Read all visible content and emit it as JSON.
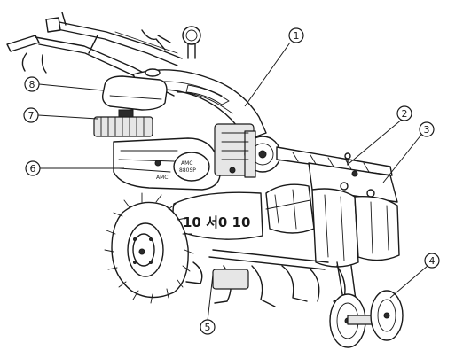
{
  "diagram": {
    "callouts": [
      {
        "label": "1"
      },
      {
        "label": "2"
      },
      {
        "label": "3"
      },
      {
        "label": "4"
      },
      {
        "label": "5"
      },
      {
        "label": "6"
      },
      {
        "label": "7"
      },
      {
        "label": "8"
      }
    ],
    "engine_decal": {
      "line1": "AMC",
      "line2": "880SP"
    },
    "guard_decal": "10 서0 10",
    "small_decal": "AMC"
  }
}
